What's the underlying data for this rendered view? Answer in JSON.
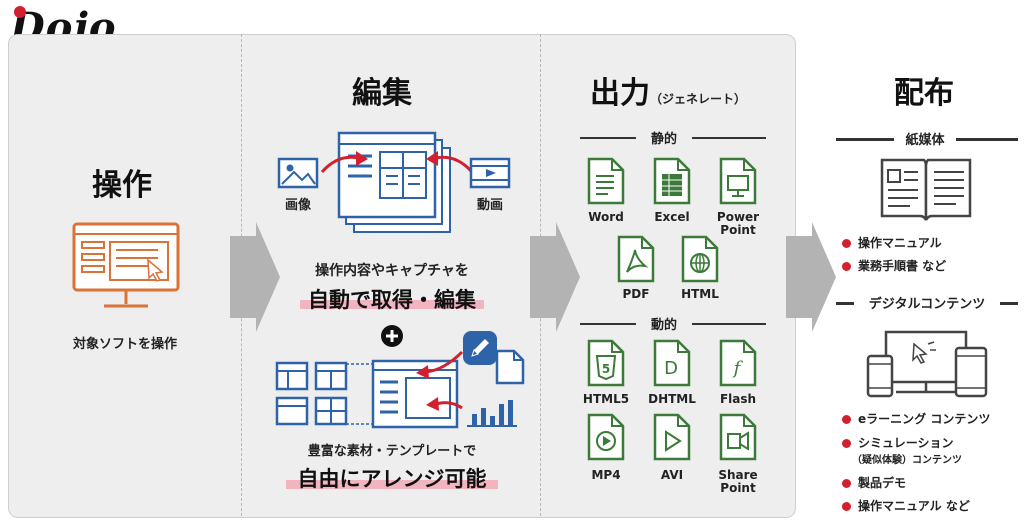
{
  "logo": "Dojo",
  "columns": {
    "operate": {
      "title": "操作",
      "caption": "対象ソフトを操作"
    },
    "edit": {
      "title": "編集",
      "image_label": "画像",
      "video_label": "動画",
      "capture_text": "操作内容やキャプチャを",
      "capture_big": "自動で取得・編集",
      "plus": "+",
      "material_text": "豊富な素材・テンプレートで",
      "material_big": "自由にアレンジ可能"
    },
    "output": {
      "title": "出力",
      "title_note": "（ジェネレート）",
      "static_title": "静的",
      "static_files": [
        "Word",
        "Excel",
        "Power\nPoint",
        "PDF",
        "HTML"
      ],
      "dynamic_title": "動的",
      "dynamic_files": [
        "HTML5",
        "DHTML",
        "Flash",
        "MP4",
        "AVI",
        "Share\nPoint"
      ]
    },
    "distribute": {
      "title": "配布",
      "paper_title": "紙媒体",
      "paper_items": [
        "操作マニュアル",
        "業務手順書 など"
      ],
      "digital_title": "デジタルコンテンツ",
      "digital_items": [
        "eラーニング コンテンツ",
        "シミュレーション",
        "（疑似体験）コンテンツ",
        "製品デモ",
        "操作マニュアル など"
      ]
    }
  },
  "colors": {
    "accent_red": "#d2202f",
    "orange": "#d9733a",
    "blue": "#2e63a8",
    "green": "#3c7a3a",
    "gray_arrow": "#b3b3b3",
    "highlight": "#f2b5c0"
  },
  "icons": [
    "monitor-screen-icon",
    "image-icon",
    "video-icon",
    "document-stack-icon",
    "plus-icon",
    "template-layout-icon",
    "pencil-icon",
    "file-icon",
    "bar-chart-icon",
    "word-file-icon",
    "excel-file-icon",
    "powerpoint-file-icon",
    "pdf-file-icon",
    "html-file-icon",
    "html5-file-icon",
    "dhtml-file-icon",
    "flash-file-icon",
    "mp4-file-icon",
    "avi-file-icon",
    "sharepoint-file-icon",
    "book-icon",
    "devices-icon"
  ]
}
